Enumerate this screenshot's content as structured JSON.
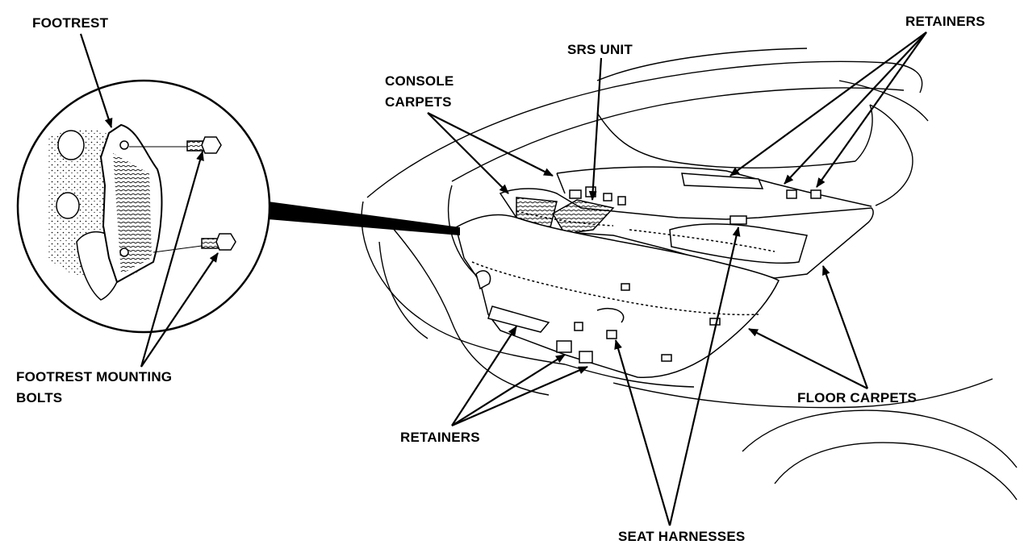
{
  "labels": {
    "footrest": "FOOTREST",
    "srs_unit": "SRS UNIT",
    "console_carpets_line1": "CONSOLE",
    "console_carpets_line2": "CARPETS",
    "retainers_top": "RETAINERS",
    "footrest_bolts_line1": "FOOTREST MOUNTING",
    "footrest_bolts_line2": "BOLTS",
    "retainers_bottom": "RETAINERS",
    "floor_carpets": "FLOOR CARPETS",
    "seat_harnesses": "SEAT HARNESSES"
  },
  "colors": {
    "ink": "#000000",
    "paper": "#ffffff"
  }
}
